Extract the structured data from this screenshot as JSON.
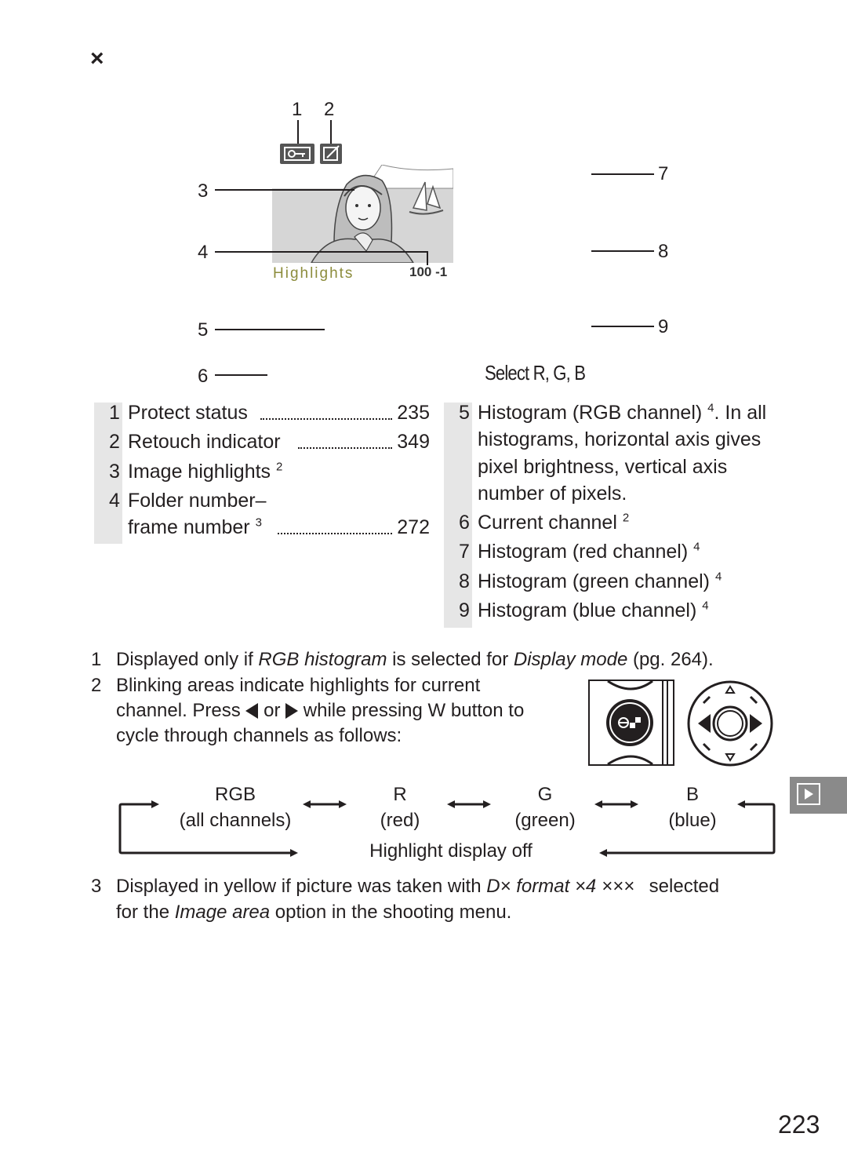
{
  "header_glyph": "×",
  "callouts": {
    "n1": "1",
    "n2": "2",
    "n3": "3",
    "n4": "4",
    "n5": "5",
    "n6": "6",
    "n7": "7",
    "n8": "8",
    "n9": "9"
  },
  "screen": {
    "highlights_label": "Highlights",
    "frame_number": "100 -1",
    "select_channel": "Select R, G, B"
  },
  "legend_left": [
    {
      "num": "1",
      "label": "Protect status",
      "page": "235"
    },
    {
      "num": "2",
      "label": "Retouch indicator",
      "page": "349"
    },
    {
      "num": "3",
      "label": "Image highlights",
      "sup": "2"
    },
    {
      "num": "4",
      "label": "Folder number–"
    },
    {
      "label": "frame number",
      "sup": "3",
      "page": "272"
    }
  ],
  "legend_right": [
    {
      "num": "5",
      "label": "Histogram (RGB channel)",
      "sup": "4",
      "after": ".  In all"
    },
    {
      "label": "histograms, horizontal axis gives"
    },
    {
      "label": "pixel brightness, vertical axis"
    },
    {
      "label": "number of pixels."
    },
    {
      "num": "6",
      "label": "Current channel",
      "sup": "2"
    },
    {
      "num": "7",
      "label": "Histogram (red channel)",
      "sup": "4"
    },
    {
      "num": "8",
      "label": "Histogram (green channel)",
      "sup": "4"
    },
    {
      "num": "9",
      "label": "Histogram (blue channel)",
      "sup": "4"
    }
  ],
  "footnotes": {
    "f1": {
      "num": "1",
      "a": "Displayed only if ",
      "i1": "RGB histogram",
      "b": " is selected for ",
      "i2": "Display mode",
      "c": " (pg. 264)."
    },
    "f2": {
      "num": "2",
      "l1": "Blinking areas indicate highlights for current",
      "l2a": "channel.  Press",
      "l2b": "or",
      "l2c": "while pressing W",
      "l2d": "button to",
      "l3": "cycle through channels as follows:"
    },
    "f3": {
      "num": "3",
      "a": "Displayed in yellow if picture was taken with ",
      "i1": "D× format ×4 ×××",
      "b": " selected",
      "l2a": "for the ",
      "i2": "Image area",
      "l2b": " option in the shooting menu."
    }
  },
  "cycle": {
    "rgb": "RGB",
    "rgb_sub": "(all channels)",
    "r": "R",
    "r_sub": "(red)",
    "g": "G",
    "g_sub": "(green)",
    "b": "B",
    "b_sub": "(blue)",
    "off": "Highlight display off"
  },
  "page_number": "223"
}
